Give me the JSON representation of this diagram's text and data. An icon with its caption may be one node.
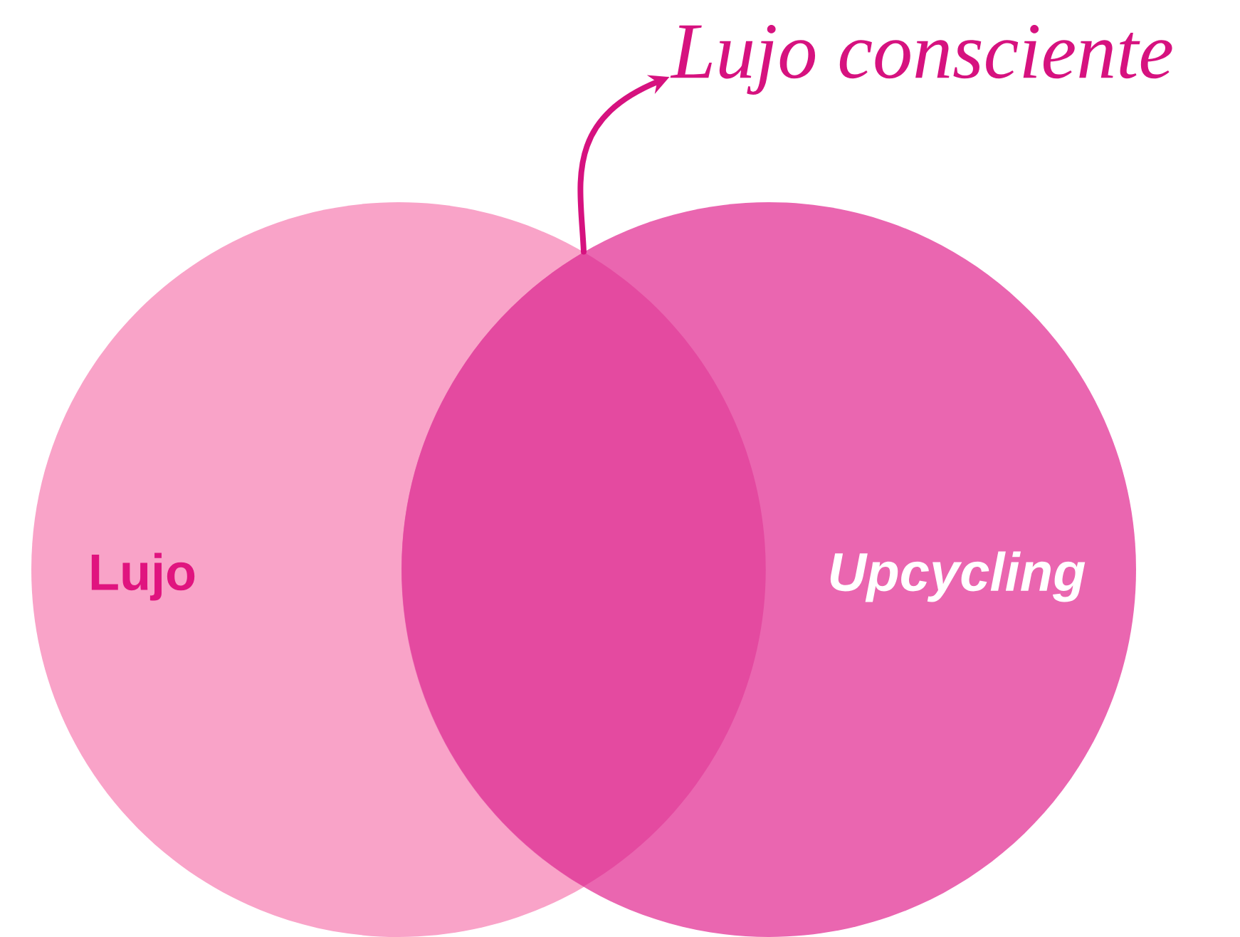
{
  "diagram": {
    "nodes": [
      {
        "text": [
          "Lujo"
        ]
      },
      {
        "text": [
          "Upcycling"
        ]
      },
      {
        "text": [
          "Lujo consciente"
        ]
      },
      {
        "text": [],
        "shape": "lens"
      }
    ],
    "edges": [
      {
        "from": 3,
        "to": 2,
        "arrow": "to"
      }
    ]
  }
}
